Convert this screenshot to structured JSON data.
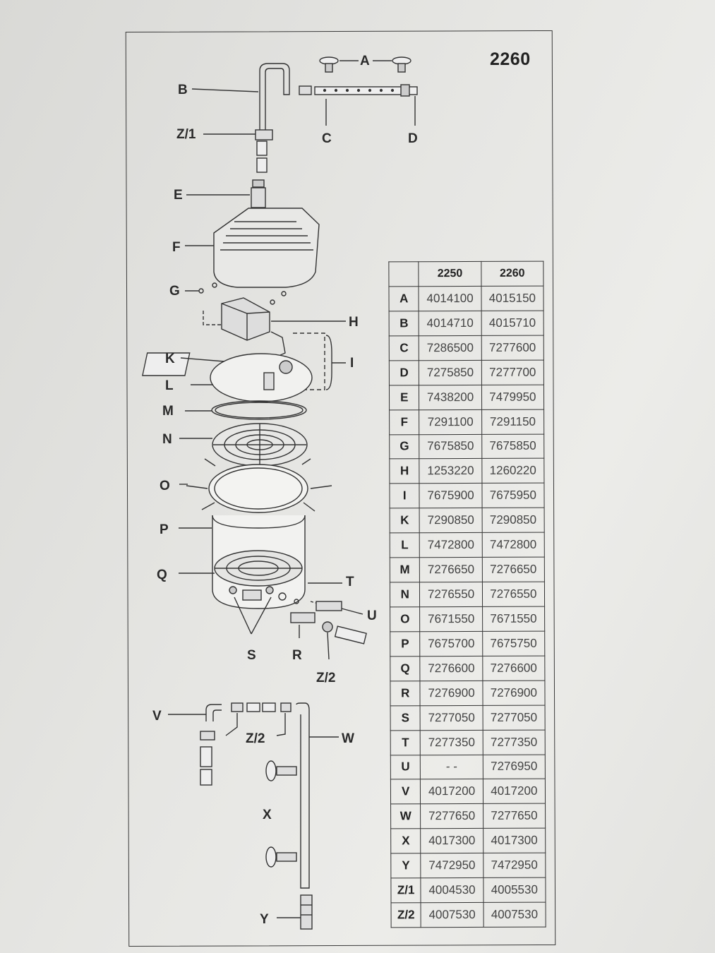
{
  "model": "2260",
  "labels": {
    "A": "A",
    "B": "B",
    "Z1": "Z/1",
    "C": "C",
    "D": "D",
    "E": "E",
    "F": "F",
    "G": "G",
    "H": "H",
    "K": "K",
    "I": "I",
    "L": "L",
    "M": "M",
    "N": "N",
    "O": "O",
    "P": "P",
    "Q": "Q",
    "T": "T",
    "U": "U",
    "S": "S",
    "R": "R",
    "Z2": "Z/2",
    "V": "V",
    "W": "W",
    "X": "X",
    "Y": "Y"
  },
  "table": {
    "headers": [
      "",
      "2250",
      "2260"
    ],
    "rows": [
      [
        "A",
        "4014100",
        "4015150"
      ],
      [
        "B",
        "4014710",
        "4015710"
      ],
      [
        "C",
        "7286500",
        "7277600"
      ],
      [
        "D",
        "7275850",
        "7277700"
      ],
      [
        "E",
        "7438200",
        "7479950"
      ],
      [
        "F",
        "7291100",
        "7291150"
      ],
      [
        "G",
        "7675850",
        "7675850"
      ],
      [
        "H",
        "1253220",
        "1260220"
      ],
      [
        "I",
        "7675900",
        "7675950"
      ],
      [
        "K",
        "7290850",
        "7290850"
      ],
      [
        "L",
        "7472800",
        "7472800"
      ],
      [
        "M",
        "7276650",
        "7276650"
      ],
      [
        "N",
        "7276550",
        "7276550"
      ],
      [
        "O",
        "7671550",
        "7671550"
      ],
      [
        "P",
        "7675700",
        "7675750"
      ],
      [
        "Q",
        "7276600",
        "7276600"
      ],
      [
        "R",
        "7276900",
        "7276900"
      ],
      [
        "S",
        "7277050",
        "7277050"
      ],
      [
        "T",
        "7277350",
        "7277350"
      ],
      [
        "U",
        "- -",
        "7276950"
      ],
      [
        "V",
        "4017200",
        "4017200"
      ],
      [
        "W",
        "7277650",
        "7277650"
      ],
      [
        "X",
        "4017300",
        "4017300"
      ],
      [
        "Y",
        "7472950",
        "7472950"
      ],
      [
        "Z/1",
        "4004530",
        "4005530"
      ],
      [
        "Z/2",
        "4007530",
        "4007530"
      ]
    ]
  }
}
